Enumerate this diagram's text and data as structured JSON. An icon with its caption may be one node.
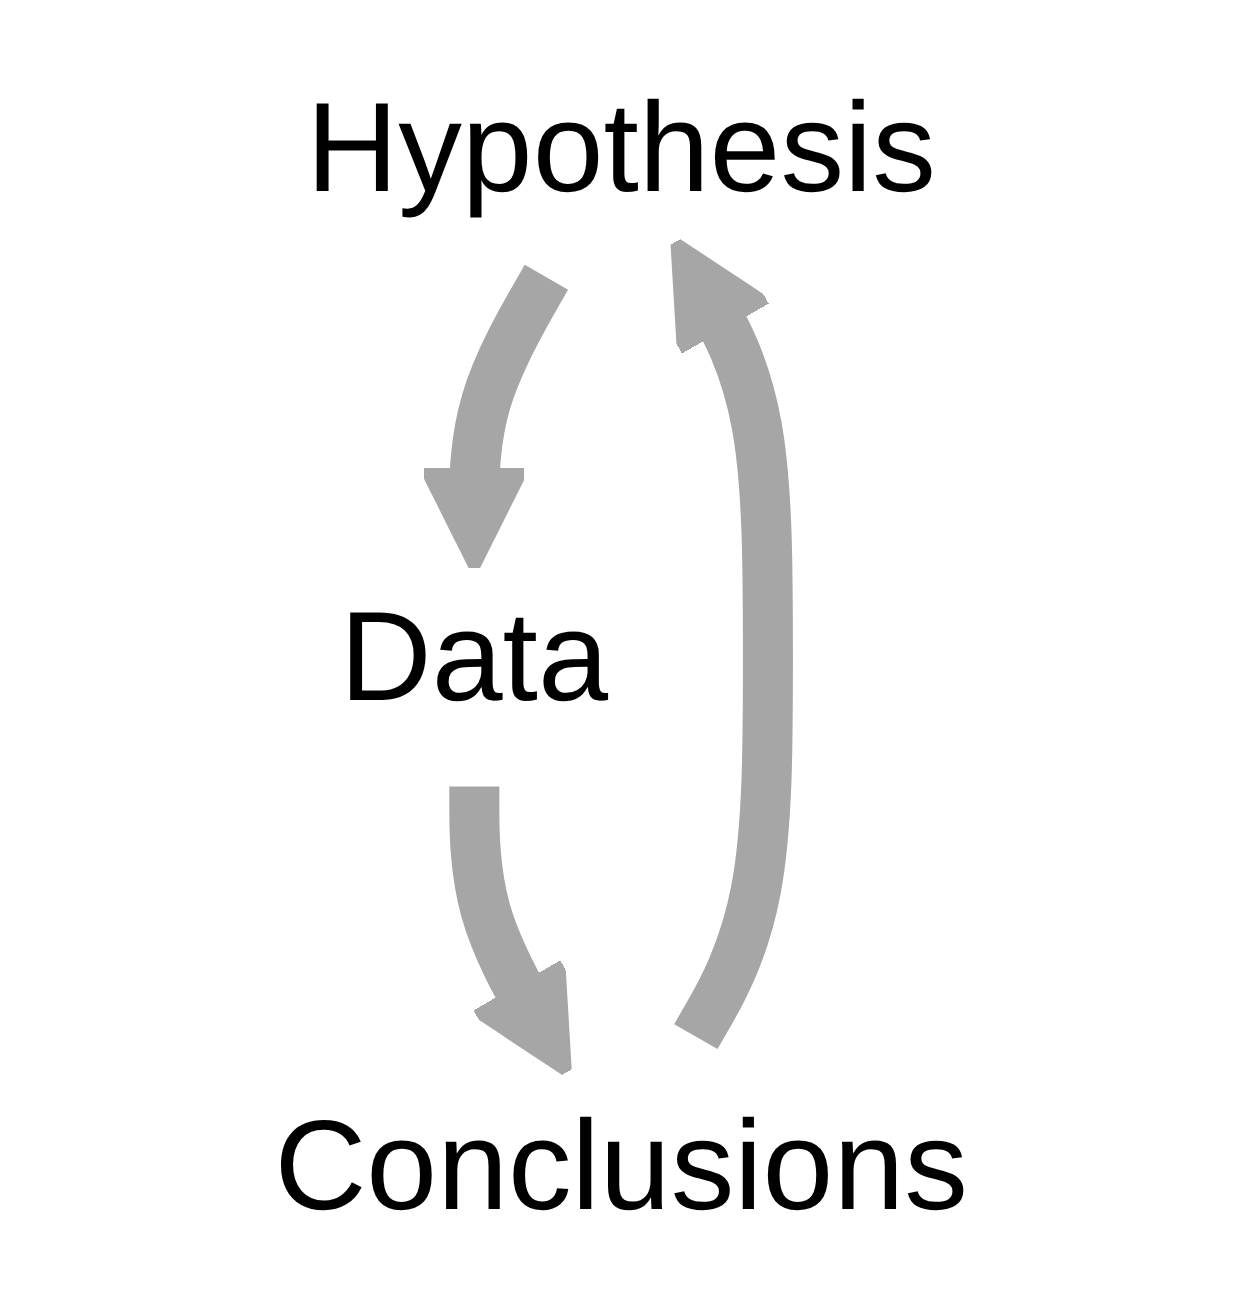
{
  "diagram": {
    "nodes": [
      {
        "text": [
          "Hypothesis"
        ]
      },
      {
        "text": [
          "Data"
        ]
      },
      {
        "text": [
          "Conclusions"
        ]
      }
    ],
    "edges": [
      {
        "from": 0,
        "to": 1,
        "arrow": "to"
      },
      {
        "from": 1,
        "to": 2,
        "arrow": "to"
      },
      {
        "from": 2,
        "to": 0,
        "arrow": "to"
      }
    ]
  }
}
